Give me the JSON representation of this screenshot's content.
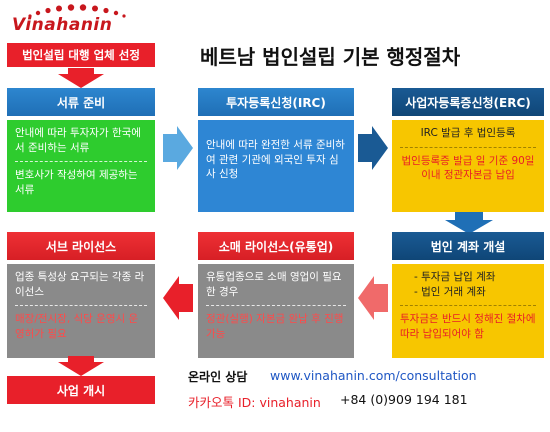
{
  "logo": {
    "text": "Vinahanin",
    "icon": "red-dots-arc-icon",
    "brand_color": "#c8171d"
  },
  "title": "베트남 법인설립 기본 행정절차",
  "step0": {
    "label": "법인설립 대행 업체 선정"
  },
  "col1": {
    "header": "서류 준비",
    "items": [
      "안내에 따라 투자자가 한국에서 준비하는 서류",
      "변호사가 작성하여 제공하는 서류"
    ]
  },
  "col2": {
    "header": "투자등록신청(IRC)",
    "text": "안내에 따라 완전한 서류 준비하여 관련 기관에 외국인 투자 심사 신청"
  },
  "col3": {
    "header": "사업자등록증신청(ERC)",
    "line1": "IRC 발급 후 법인등록",
    "line2": "법인등록증 발급 일 기준 90일 이내 정관자본금 납입"
  },
  "bank": {
    "header": "법인 계좌 개설",
    "items": [
      "- 투자금 납입 계좌",
      "- 법인 거래 계좌"
    ],
    "note": "투자금은 반드시 정해진 절차에 따라 납입되어야 함"
  },
  "retail": {
    "header": "소매 라이선스(유통업)",
    "text1": "유통업종으로 소매 영업이 필요한 경우",
    "text2": "정관(실행) 자본금 완납 후 진행 가능"
  },
  "sub": {
    "header": "서브 라이선스",
    "text1": "업종 특성상 요구되는 각종 라이선스",
    "text2": "매장/전시장, 식당 운영시 운영허가 필요"
  },
  "start": {
    "label": "사업 개시"
  },
  "contact": {
    "label": "온라인 상담",
    "url": "www.vinahanin.com/consultation",
    "kakao": "카카오톡 ID: vinahanin",
    "phone": "+84 (0)909 194 181"
  },
  "colors": {
    "red": "#e8202a",
    "blue": "#1f6fb6",
    "navy": "#0f4677",
    "green": "#2ecc2e",
    "yellow": "#f7c600",
    "gray": "#8a8a8a",
    "url": "#1f57c4"
  }
}
